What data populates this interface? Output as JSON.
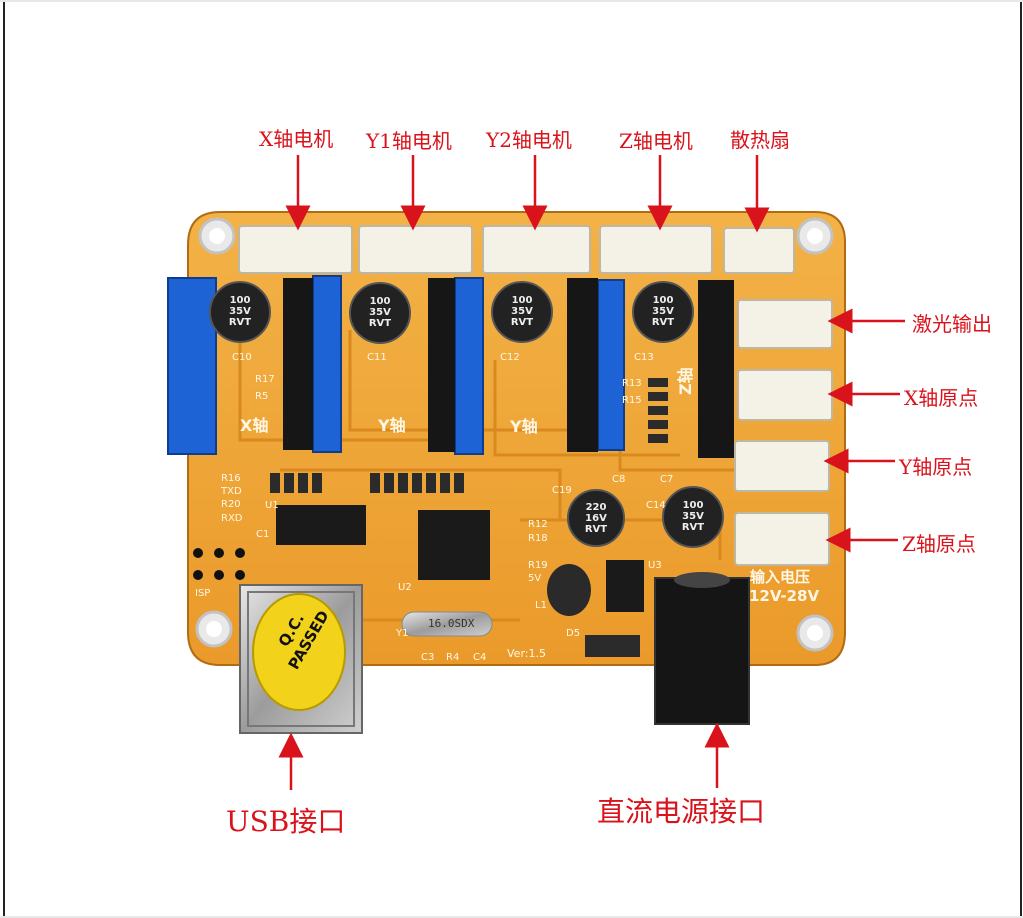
{
  "callouts": {
    "x_motor": "X轴电机",
    "y1_motor": "Y1轴电机",
    "y2_motor": "Y2轴电机",
    "z_motor": "Z轴电机",
    "fan": "散热扇",
    "laser_output": "激光输出",
    "x_home": "X轴原点",
    "y_home": "Y轴原点",
    "z_home": "Z轴原点",
    "usb": "USB接口",
    "dc_power": "直流电源接口"
  },
  "board": {
    "caps": [
      {
        "line1": "100",
        "line2": "35V",
        "line3": "RVT"
      },
      {
        "line1": "100",
        "line2": "35V",
        "line3": "RVT"
      },
      {
        "line1": "100",
        "line2": "35V",
        "line3": "RVT"
      },
      {
        "line1": "100",
        "line2": "35V",
        "line3": "RVT"
      },
      {
        "line1": "220",
        "line2": "16V",
        "line3": "RVT"
      },
      {
        "line1": "100",
        "line2": "35V",
        "line3": "RVT"
      }
    ],
    "cap_refs": [
      "C10",
      "C11",
      "C12",
      "C13",
      "C19",
      "C7"
    ],
    "axis_silk": [
      "X轴",
      "Y轴",
      "Y轴",
      "Z轴"
    ],
    "input_voltage_title": "输入电压",
    "input_voltage_range": "12V-28V",
    "version": "Ver:1.5",
    "crystal": "16.0SDX",
    "qc_line1": "Q.C.",
    "qc_line2": "PASSED",
    "silk_refs": [
      "R17",
      "R5",
      "R16",
      "TXD",
      "RXD",
      "R20",
      "U1",
      "C1",
      "U2",
      "Y1",
      "C3",
      "R4",
      "C4",
      "L1",
      "D5",
      "U3",
      "R12",
      "R18",
      "R19",
      "5V",
      "C8",
      "C14",
      "ISP",
      "R13",
      "R15"
    ]
  },
  "colors": {
    "label_red": "#d9131b",
    "pcb_orange": "#f0a93a",
    "header_blue": "#1e63d6",
    "connector_white": "#f4f1e6"
  }
}
